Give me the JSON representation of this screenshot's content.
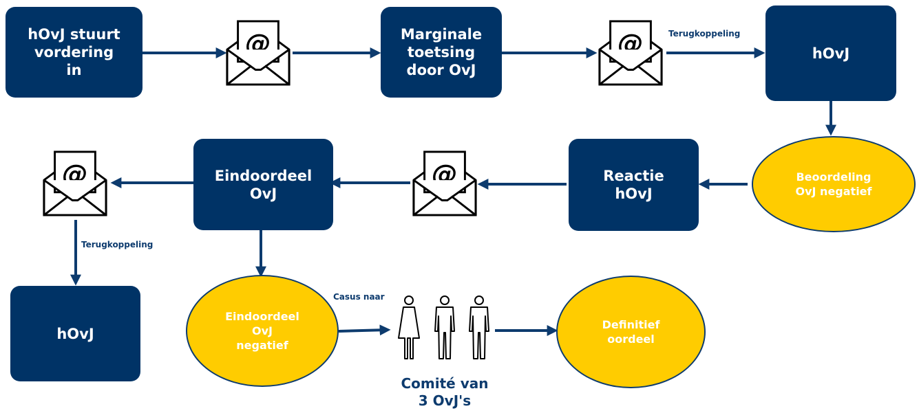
{
  "boxes": {
    "b1": "hOvJ stuurt\nvordering\nin",
    "b2": "Marginale\ntoetsing\ndoor OvJ",
    "b3": "hOvJ",
    "b4": "Reactie\nhOvJ",
    "b5": "Eindoordeel\nOvJ",
    "b6": "hOvJ"
  },
  "ovals": {
    "o1": "Beoordeling\nOvJ negatief",
    "o2": "Eindoordeel\nOvJ\nnegatief",
    "o3": "Definitief\noordeel"
  },
  "labels": {
    "feedback_top": "Terugkoppeling",
    "feedback_left": "Terugkoppeling",
    "case_to": "Casus naar"
  },
  "committee_caption": "Comité van\n3 OvJ's",
  "email_symbol": "@",
  "colors": {
    "box": "#003366",
    "oval": "#FFCC00",
    "arrow": "#0d3b6e",
    "text_dark": "#0d3b6e"
  },
  "icons": [
    "envelope-at-icon",
    "woman-icon",
    "man-icon"
  ]
}
